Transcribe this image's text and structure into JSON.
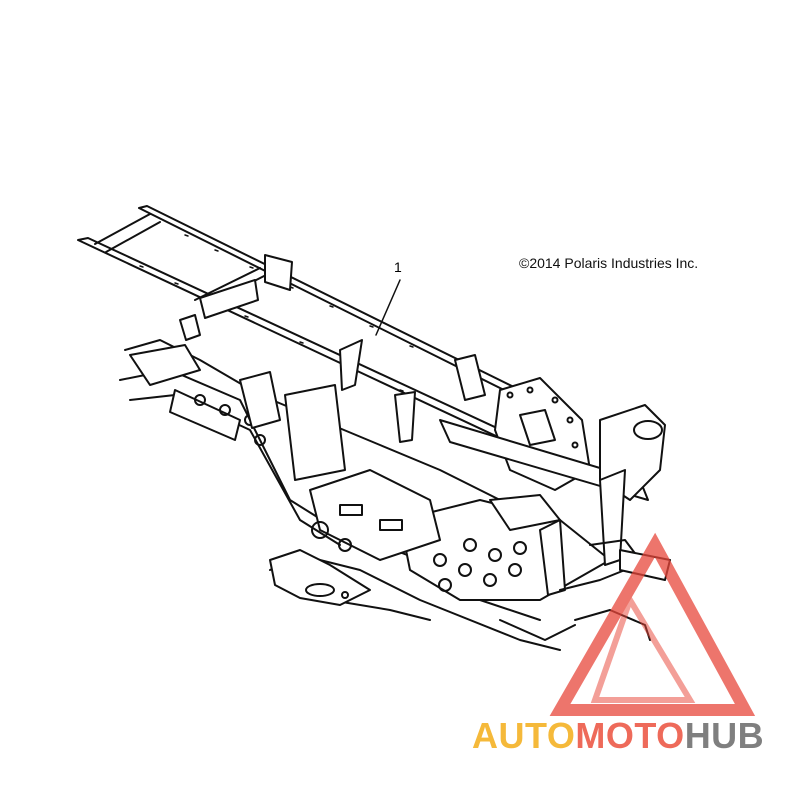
{
  "diagram": {
    "callout_number": "1",
    "copyright": "©2014 Polaris Industries Inc."
  },
  "watermark": {
    "part1": "AUTO",
    "part2": "MOTO",
    "part3": "HUB",
    "colors": {
      "auto": "#f5b93a",
      "moto": "#ee6a5a",
      "hub": "#7f7f7f",
      "triangle": "#e8473b"
    }
  }
}
